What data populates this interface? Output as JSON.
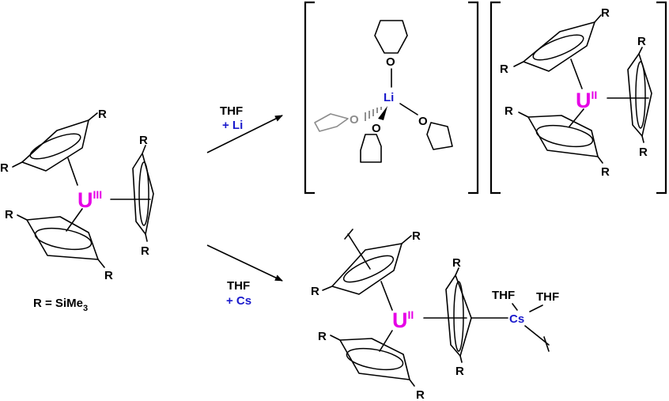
{
  "substituent": "R",
  "legend": {
    "text": "R = SiMe",
    "subscript": "3"
  },
  "reactant": {
    "metal": "U",
    "oxidation": "III"
  },
  "reaction_top": {
    "solvent": "THF",
    "reagent": "+ Li"
  },
  "reaction_bottom": {
    "solvent": "THF",
    "reagent": "+ Cs"
  },
  "lithium_complex": {
    "metal": "Li",
    "donor": "O"
  },
  "product_top": {
    "metal": "U",
    "oxidation": "II"
  },
  "product_bottom": {
    "metal": "U",
    "oxidation": "II",
    "counter_metal": "Cs",
    "ligand_1": "THF",
    "ligand_2": "THF"
  },
  "colors": {
    "uranium": "#e600e6",
    "reagent": "#1a1acc",
    "thf_gray": "#8c8c8c"
  }
}
